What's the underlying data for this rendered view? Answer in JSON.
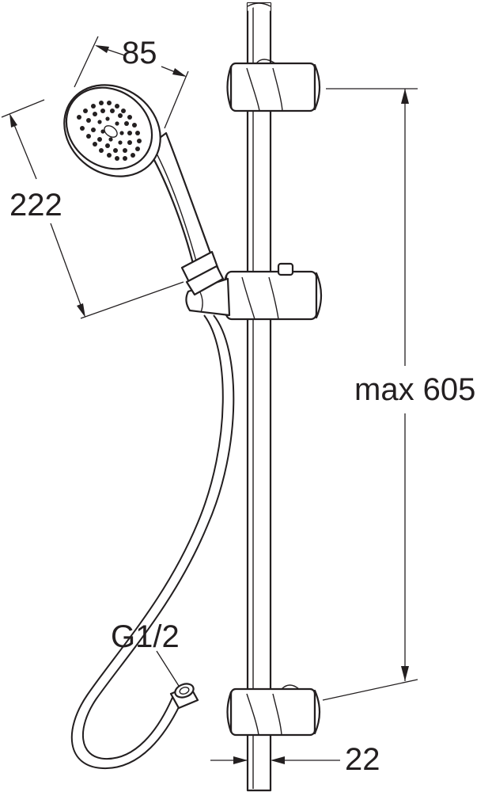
{
  "dimensions": {
    "head_width": "85",
    "handset_length": "222",
    "rail_height": "max 605",
    "rail_diameter": "22",
    "hose_connection": "G1/2"
  },
  "colors": {
    "line": "#231f20",
    "background": "#ffffff"
  }
}
